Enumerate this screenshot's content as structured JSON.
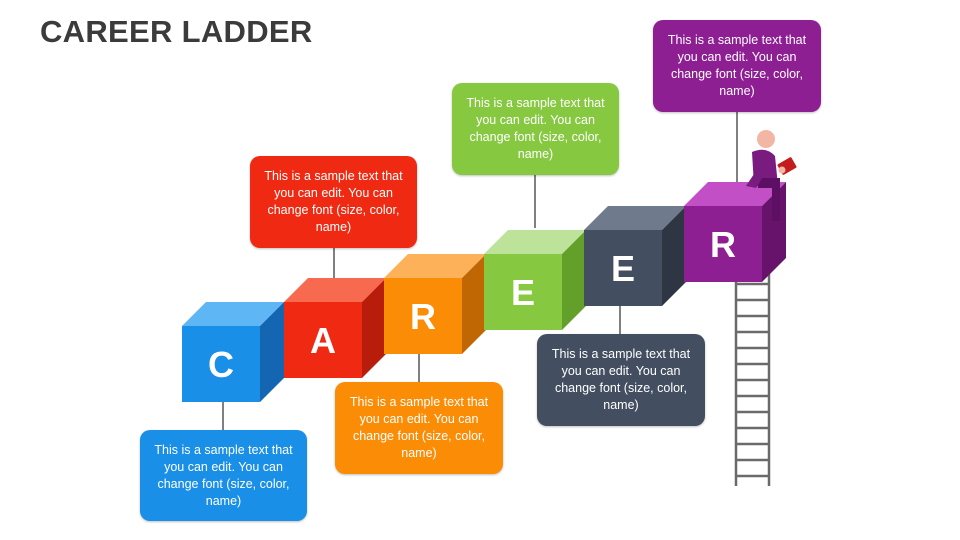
{
  "title": "CAREER LADDER",
  "blocks": [
    {
      "letter": "C",
      "color": "#1a8fe8",
      "top": "#5fb6f5",
      "side": "#1466b3"
    },
    {
      "letter": "A",
      "color": "#f02a12",
      "top": "#f86a50",
      "side": "#b81d0b"
    },
    {
      "letter": "R",
      "color": "#fb8c06",
      "top": "#fdb25a",
      "side": "#c06603"
    },
    {
      "letter": "E",
      "color": "#86c940",
      "top": "#bde39a",
      "side": "#63a02a"
    },
    {
      "letter": "E",
      "color": "#434e60",
      "top": "#6f7a8c",
      "side": "#2e3644"
    },
    {
      "letter": "R",
      "color": "#8d1f93",
      "top": "#c34fc7",
      "side": "#67136c"
    }
  ],
  "callouts": [
    {
      "text": "This is a sample text that you can edit. You can change font (size, color, name)",
      "color": "#1a8fe8"
    },
    {
      "text": "This is a sample text that you can edit. You can change font (size, color, name)",
      "color": "#f02a12"
    },
    {
      "text": "This is a sample text that you can edit. You can change font (size, color, name)",
      "color": "#fb8c06"
    },
    {
      "text": "This is a sample text that you can edit. You can change font (size, color, name)",
      "color": "#86c940"
    },
    {
      "text": "This is a sample text that you can edit. You can change font (size, color, name)",
      "color": "#434e60"
    },
    {
      "text": "This is a sample text that you can edit. You can change font (size, color, name)",
      "color": "#8d1f93"
    }
  ]
}
